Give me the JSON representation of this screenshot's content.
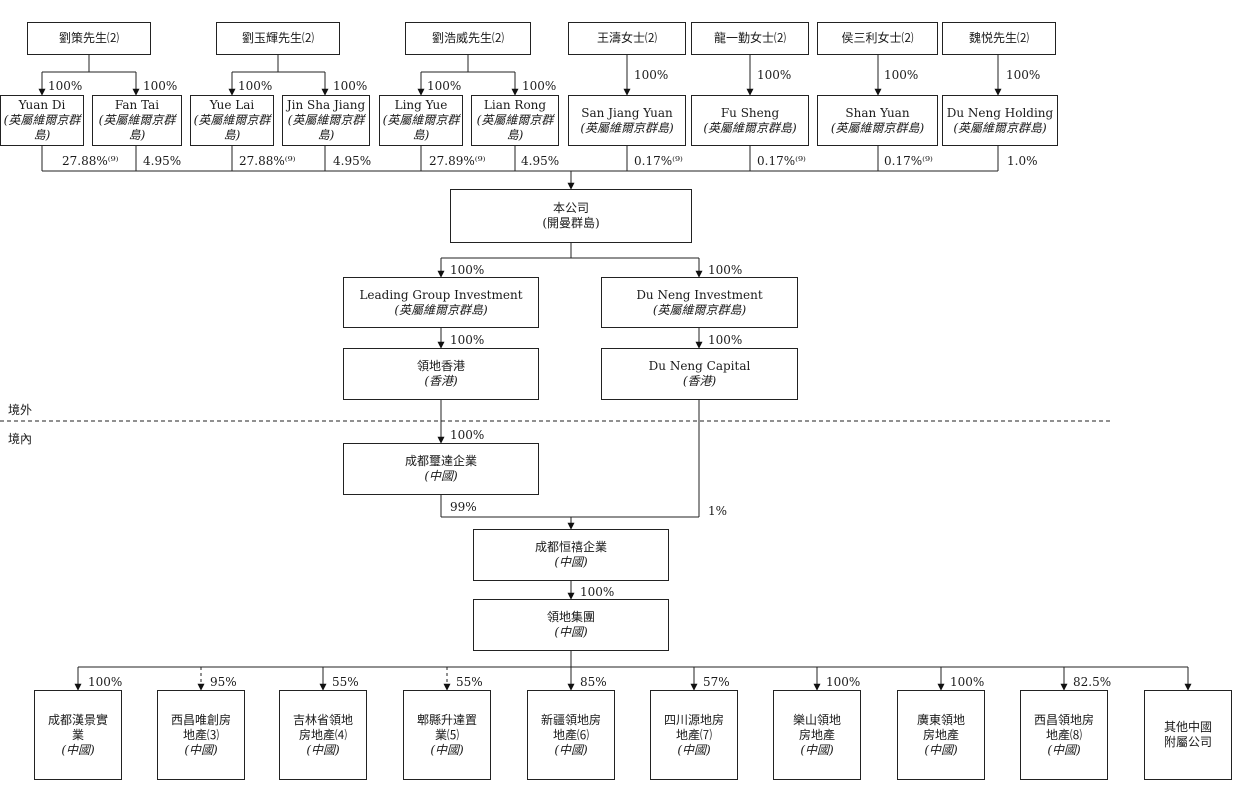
{
  "owners": [
    {
      "id": "o1",
      "name": "劉策先生⑵"
    },
    {
      "id": "o2",
      "name": "劉玉輝先生⑵"
    },
    {
      "id": "o3",
      "name": "劉浩威先生⑵"
    },
    {
      "id": "o4",
      "name": "王濤女士⑵"
    },
    {
      "id": "o5",
      "name": "龍一勤女士⑵"
    },
    {
      "id": "o6",
      "name": "侯三利女士⑵"
    },
    {
      "id": "o7",
      "name": "魏悦先生⑵"
    }
  ],
  "holdcos": [
    {
      "id": "h1",
      "name": "Yuan Di",
      "jur": "(英屬維爾京群島)",
      "owner_pct": "100%",
      "company_pct": "27.88%⁽⁹⁾"
    },
    {
      "id": "h2",
      "name": "Fan Tai",
      "jur": "(英屬維爾京群島)",
      "owner_pct": "100%",
      "company_pct": "4.95%"
    },
    {
      "id": "h3",
      "name": "Yue Lai",
      "jur": "(英屬維爾京群島)",
      "owner_pct": "100%",
      "company_pct": "27.88%⁽⁹⁾"
    },
    {
      "id": "h4",
      "name": "Jin Sha Jiang",
      "jur": "(英屬維爾京群島)",
      "owner_pct": "100%",
      "company_pct": "4.95%"
    },
    {
      "id": "h5",
      "name": "Ling Yue",
      "jur": "(英屬維爾京群島)",
      "owner_pct": "100%",
      "company_pct": "27.89%⁽⁹⁾"
    },
    {
      "id": "h6",
      "name": "Lian Rong",
      "jur": "(英屬維爾京群島)",
      "owner_pct": "100%",
      "company_pct": "4.95%"
    },
    {
      "id": "h7",
      "name": "San Jiang Yuan",
      "jur": "(英屬維爾京群島)",
      "owner_pct": "100%",
      "company_pct": "0.17%⁽⁹⁾"
    },
    {
      "id": "h8",
      "name": "Fu Sheng",
      "jur": "(英屬維爾京群島)",
      "owner_pct": "100%",
      "company_pct": "0.17%⁽⁹⁾"
    },
    {
      "id": "h9",
      "name": "Shan Yuan",
      "jur": "(英屬維爾京群島)",
      "owner_pct": "100%",
      "company_pct": "0.17%⁽⁹⁾"
    },
    {
      "id": "h10",
      "name": "Du Neng Holding",
      "jur": "(英屬維爾京群島)",
      "owner_pct": "100%",
      "company_pct": "1.0%"
    }
  ],
  "company": {
    "name": "本公司",
    "jur": "(開曼群島)"
  },
  "offshore": [
    {
      "name": "Leading Group Investment",
      "jur": "(英屬維爾京群島)",
      "pct": "100%"
    },
    {
      "name": "Du Neng Investment",
      "jur": "(英屬維爾京群島)",
      "pct": "100%"
    },
    {
      "name": "領地香港",
      "jur": "(香港)",
      "pct": "100%"
    },
    {
      "name": "Du Neng Capital",
      "jur": "(香港)",
      "pct": "100%"
    }
  ],
  "zones": {
    "outside": "境外",
    "inside": "境內"
  },
  "onshore": {
    "wfoe": {
      "name": "成都璽達企業",
      "jur": "(中國)",
      "pct": "100%"
    },
    "hengxi": {
      "name": "成都恒禧企業",
      "jur": "(中國)",
      "pct_a": "99%",
      "pct_b": "1%"
    },
    "group": {
      "name": "領地集團",
      "jur": "(中國)",
      "pct": "100%"
    }
  },
  "subsidiaries": [
    {
      "name": "成都漢景實業",
      "jur": "(中國)",
      "pct": "100%",
      "dashed": false
    },
    {
      "name": "西昌唯創房地產⑶",
      "jur": "(中國)",
      "pct": "95%",
      "dashed": true
    },
    {
      "name": "吉林省領地房地產⑷",
      "jur": "(中國)",
      "pct": "55%",
      "dashed": false
    },
    {
      "name": "郫縣升達置業⑸",
      "jur": "(中國)",
      "pct": "55%",
      "dashed": true
    },
    {
      "name": "新疆領地房地產⑹",
      "jur": "(中國)",
      "pct": "85%",
      "dashed": false
    },
    {
      "name": "四川源地房地產⑺",
      "jur": "(中國)",
      "pct": "57%",
      "dashed": false
    },
    {
      "name": "樂山領地房地產",
      "jur": "(中國)",
      "pct": "100%",
      "dashed": false
    },
    {
      "name": "廣東領地房地產",
      "jur": "(中國)",
      "pct": "100%",
      "dashed": false
    },
    {
      "name": "西昌領地房地產⑻",
      "jur": "(中國)",
      "pct": "82.5%",
      "dashed": false
    },
    {
      "name": "其他中國附屬公司",
      "jur": "",
      "pct": "",
      "dashed": false
    }
  ]
}
